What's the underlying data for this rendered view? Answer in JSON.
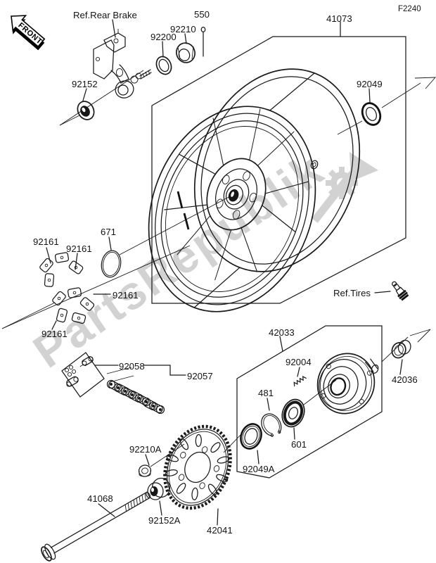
{
  "page_code": "F2240",
  "front_arrow": {
    "label": "FRONT"
  },
  "watermark": {
    "text": "PartsRepublik",
    "color": "#c7c7c7"
  },
  "references": {
    "rear_brake": "Ref.Rear Brake",
    "tires": "Ref.Tires"
  },
  "parts": {
    "p550": "550",
    "p92210": "92210",
    "p92200": "92200",
    "p92152": "92152",
    "p41073": "41073",
    "p92049": "92049",
    "p671": "671",
    "p92161": "92161",
    "p42033": "42033",
    "p92004": "92004",
    "p481": "481",
    "p601": "601",
    "p92049a": "92049A",
    "p42036": "42036",
    "p92058": "92058",
    "p92057": "92057",
    "p92210a": "92210A",
    "p41068": "41068",
    "p92152a": "92152A",
    "p42041": "42041"
  },
  "line_color": "#1a1a1a"
}
